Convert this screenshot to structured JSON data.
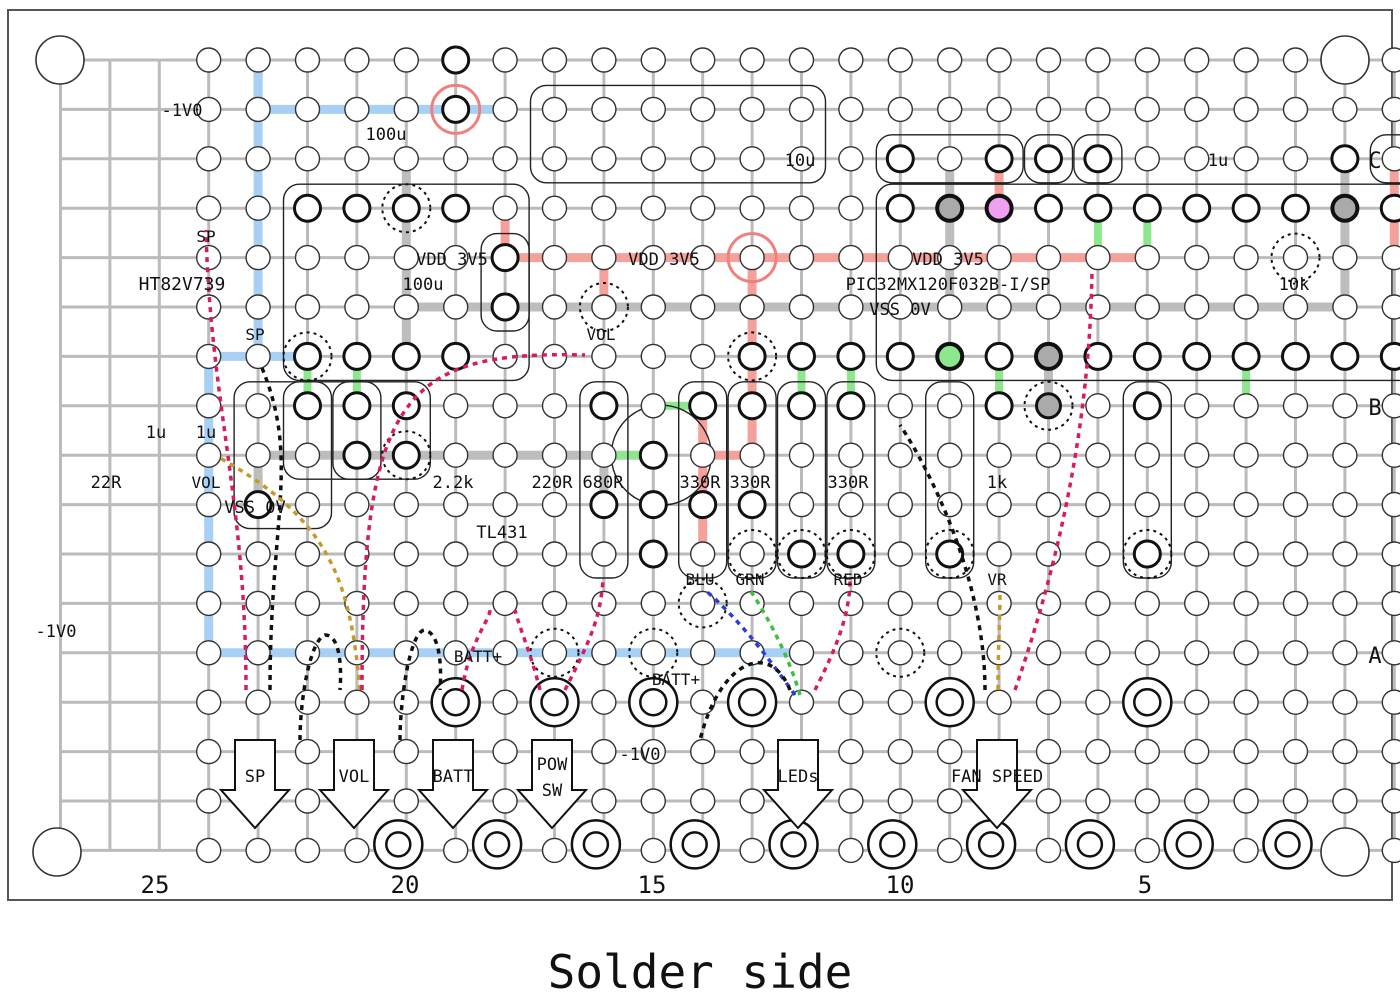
{
  "title": "Solder side",
  "colors": {
    "pcb_border": "#555555",
    "grid_line": "#bbbbbb",
    "pad": "#111111",
    "vdd_trace": "#f5a19b",
    "vss_trace": "#bdbdbd",
    "neg_trace": "#a8d0f5",
    "jumper": "#8de88d",
    "wire_red": "#d81b60",
    "wire_black": "#111111",
    "wire_gold": "#c49a2a",
    "wire_blue": "#2a3fd8",
    "wire_green": "#3fbf3f",
    "pad_pink": "#f0a0f0",
    "pad_green": "#8de88d",
    "pad_gray": "#aaaaaa",
    "pad_yellow": "#ffff40"
  },
  "row_labels": [
    "C",
    "B",
    "A"
  ],
  "column_numbers": [
    "25",
    "20",
    "15",
    "10",
    "5"
  ],
  "ic_labels": {
    "amp": "HT82V739",
    "mcu": "PIC32MX120F032B-I/SP",
    "regulator": "TL431"
  },
  "net_labels": {
    "neg_top": "-1V0",
    "neg_left": "-1V0",
    "neg_bottom": "-1V0",
    "vdd_left": "VDD 3V5",
    "vdd_mid": "VDD 3V5",
    "vdd_right": "VDD 3V5",
    "vss_mcu": "VSS 0V",
    "vss_amp": "VSS 0V",
    "batt_plus_1": "BATT+",
    "batt_plus_2": "BATT+"
  },
  "component_labels": {
    "cap_100u_top": "100u",
    "cap_100u_mid": "100u",
    "cap_10u": "10u",
    "cap_1u_top": "1u",
    "cap_1u_a": "1u",
    "cap_1u_b": "1u",
    "res_22r": "22R",
    "res_2k2": "2.2k",
    "res_220r": "220R",
    "res_680r": "680R",
    "res_330r_1": "330R",
    "res_330r_2": "330R",
    "res_330r_3": "330R",
    "res_1k": "1k",
    "res_10k": "10k"
  },
  "pad_labels": {
    "sp_a": "SP",
    "sp_b": "SP",
    "vol_a": "VOL",
    "vol_b": "VOL",
    "blu": "BLU",
    "grn": "GRN",
    "red": "RED",
    "vr": "VR"
  },
  "connector_labels": [
    "SP",
    "VOL",
    "BATT",
    "POW SW",
    "LEDs",
    "FAN SPEED"
  ]
}
